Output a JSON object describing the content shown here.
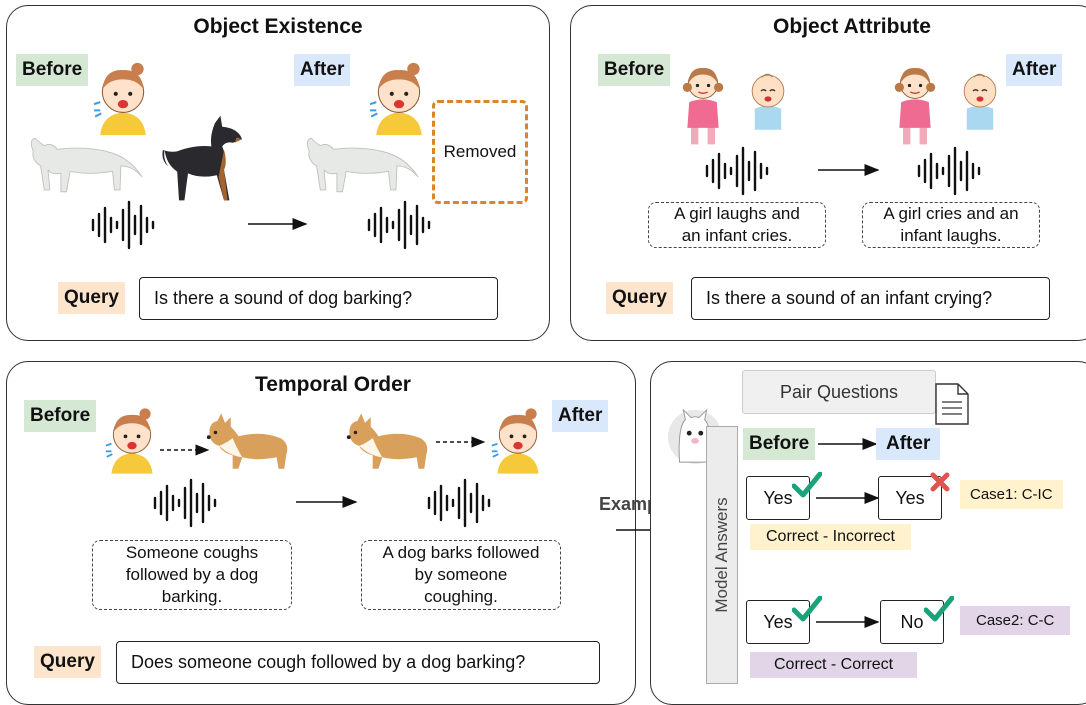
{
  "panels": {
    "existence": {
      "title": "Object Existence",
      "before": "Before",
      "after": "After",
      "removed": "Removed",
      "query_label": "Query",
      "query": "Is there a sound of dog barking?"
    },
    "attribute": {
      "title": "Object Attribute",
      "before": "Before",
      "after": "After",
      "caption_before": "A girl laughs and\nan infant cries.",
      "caption_after": "A girl cries and an\ninfant laughs.",
      "query_label": "Query",
      "query": "Is there a sound of an infant crying?"
    },
    "temporal": {
      "title": "Temporal Order",
      "before": "Before",
      "after": "After",
      "caption_before": "Someone coughs\nfollowed by a dog\nbarking.",
      "caption_after": "A dog barks followed\nby someone\ncoughing.",
      "query_label": "Query",
      "query": "Does someone cough followed by a dog barking?"
    },
    "examples": {
      "arrow_label": "Examples",
      "pair_questions": "Pair Questions",
      "model_answers": "Model Answers",
      "before": "Before",
      "after": "After",
      "row1": {
        "before": "Yes",
        "after": "Yes",
        "label": "Correct - Incorrect",
        "case": "Case1: C-IC"
      },
      "row2": {
        "before": "Yes",
        "after": "No",
        "label": "Correct - Correct",
        "case": "Case2: C-C"
      }
    }
  },
  "colors": {
    "before": "#d5e8d4",
    "after": "#dae8fc",
    "query": "#fde4cc",
    "check": "#1aa37a",
    "cross": "#e0534f",
    "removed_border": "#d9852e"
  },
  "icons": [
    "coughing-girl-icon",
    "cat-icon",
    "dog-icon",
    "sound-wave-icon",
    "girl-icon",
    "crying-girl-icon",
    "crying-baby-icon",
    "laughing-baby-icon",
    "corgi-icon",
    "llama-icon",
    "document-icon",
    "check-icon",
    "cross-icon",
    "arrow-icon"
  ]
}
